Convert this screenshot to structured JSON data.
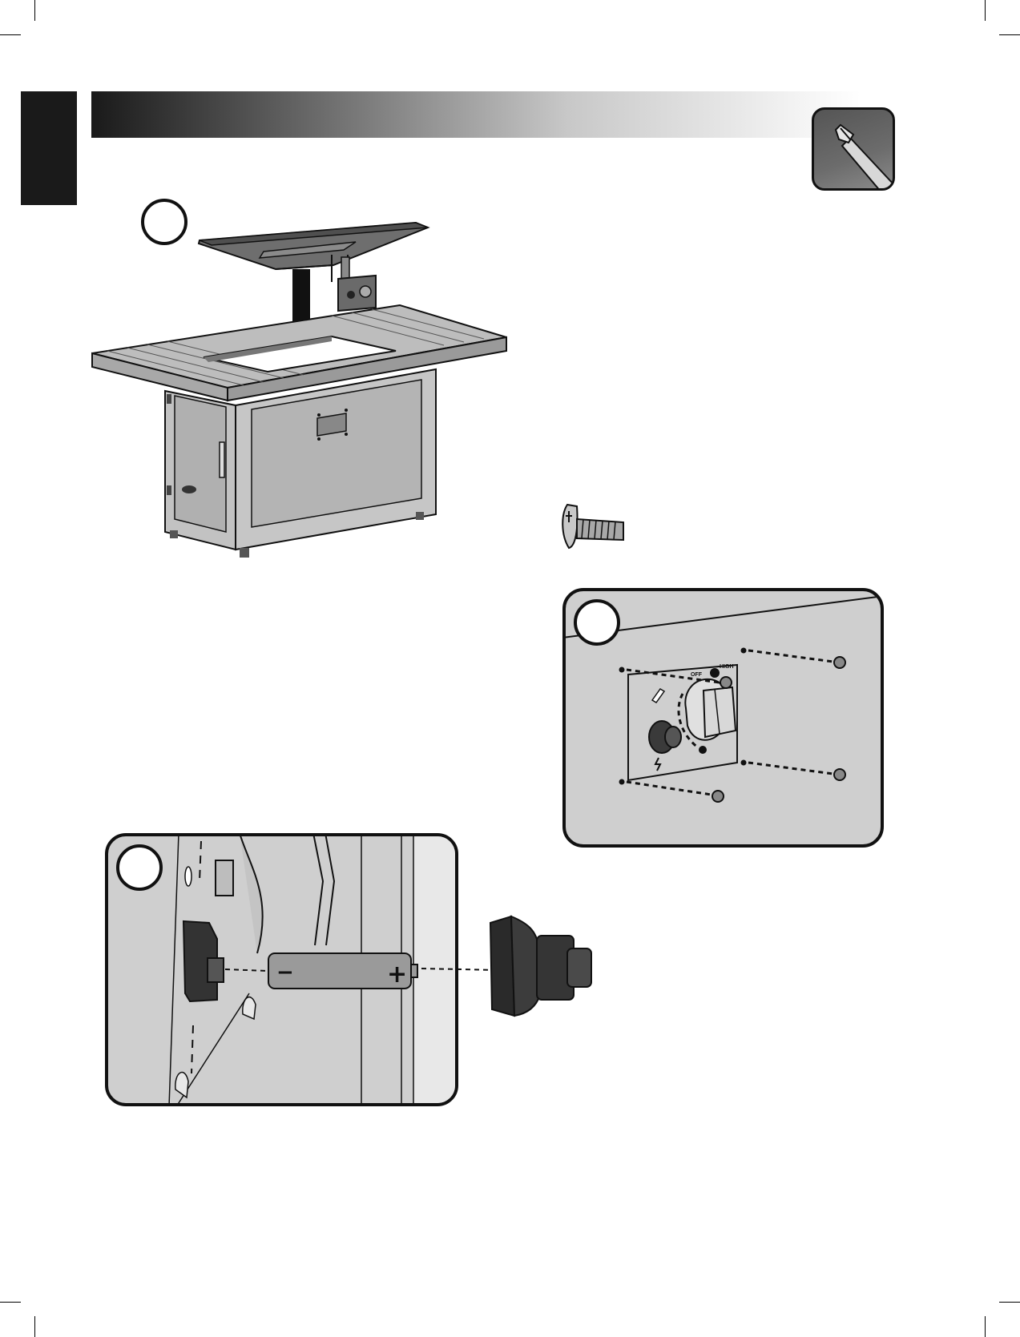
{
  "page": {
    "background": "#ffffff"
  },
  "colors": {
    "ink": "#111111",
    "panel_gray": "#cfcfcf",
    "part_dark": "#3a3a3a",
    "part_mid": "#8c8c8c",
    "part_light": "#b8b8b8"
  },
  "header": {
    "language_tab_color": "#1a1a1a",
    "band_gradient": [
      "#1a1a1a",
      "#ffffff"
    ],
    "tool_icon": "phillips-screwdriver-icon"
  },
  "steps": [
    {
      "id": "step-1",
      "label": ""
    },
    {
      "id": "step-2",
      "label": ""
    },
    {
      "id": "step-3",
      "label": ""
    }
  ],
  "hardware": {
    "screw_icon": "truss-head-screw-icon"
  },
  "control_panel": {
    "knob_markings": [
      "OFF",
      "HIGH"
    ]
  },
  "battery": {
    "negative_symbol": "−",
    "positive_symbol": "+"
  }
}
